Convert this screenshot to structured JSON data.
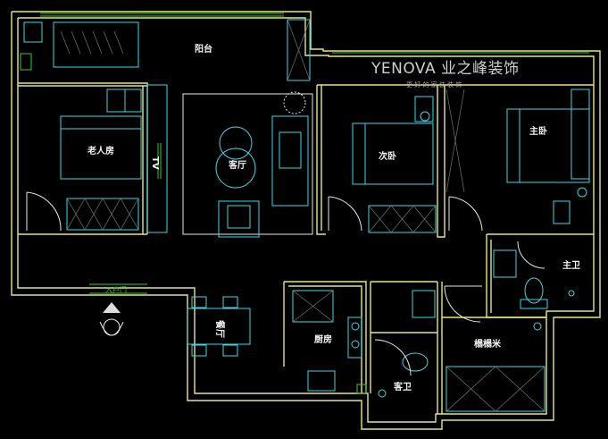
{
  "brand": {
    "logo_text": "YENOVA 业之峰装饰",
    "tagline": "更 好 的 家 装 装 饰"
  },
  "rooms": {
    "balcony": "阳台",
    "elder_room": "老人房",
    "living_room": "客厅",
    "second_bedroom": "次卧",
    "master_bedroom": "主卧",
    "master_bath": "主卫",
    "dining_room": "餐厅",
    "kitchen": "厨房",
    "guest_bath": "客卫",
    "tatami": "榻榻米"
  },
  "labels": {
    "entrance": "入户门",
    "tv": "TV"
  },
  "colors": {
    "background": "#000000",
    "walls": "#e6e680",
    "windows": "#33cc33",
    "furniture": "#3fd7e6",
    "text": "#f2f2f2"
  }
}
